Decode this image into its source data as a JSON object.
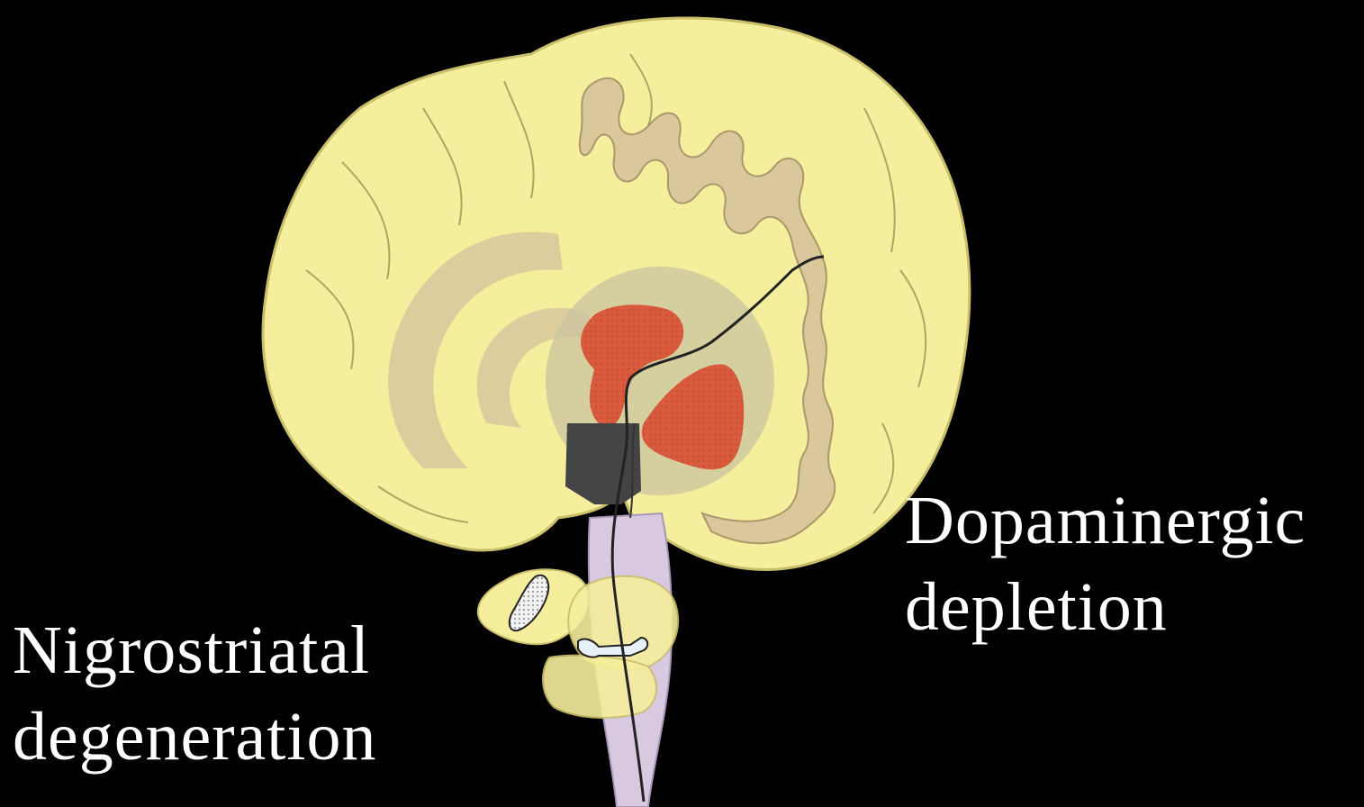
{
  "labels": {
    "right": {
      "line1": "Dopaminergic",
      "line2": "depletion"
    },
    "left": {
      "line1": "Nigrostriatal",
      "line2": "degeneration"
    }
  },
  "colors": {
    "background": "#000000",
    "brain": "#f5ee9c",
    "cortex_band": "#d9c79c",
    "striatum_red": "#d95a3c",
    "highlight_circle": "#c9c3a0",
    "brainstem": "#d8c8e0",
    "label_text": "#ffffff"
  },
  "icons": {
    "brain": "brain-illustration",
    "striatum": "striatum-region",
    "substantia_nigra": "substantia-nigra-region"
  }
}
